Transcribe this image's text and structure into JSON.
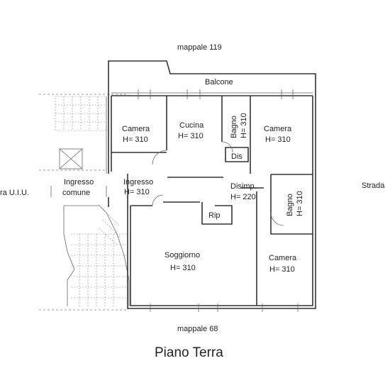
{
  "labels": {
    "north": "mappale 119",
    "south": "mappale 68",
    "balcony": "Balcone",
    "east": "Strada",
    "west": "ra U.I.U.",
    "title": "Piano Terra",
    "dis": "Dis",
    "rip": "Rip"
  },
  "rooms": {
    "camera_nw": {
      "name": "Camera",
      "height": "H= 310"
    },
    "cucina": {
      "name": "Cucina",
      "height": "H= 310"
    },
    "bagno_top": {
      "name": "Bagno",
      "height": "H= 310"
    },
    "camera_ne": {
      "name": "Camera",
      "height": "H= 310"
    },
    "ingresso_comune": {
      "name": "Ingresso",
      "name2": "comune"
    },
    "ingresso": {
      "name": "Ingresso",
      "height": "H= 310"
    },
    "disimp": {
      "name": "Disimp.",
      "height": "H= 220"
    },
    "bagno_right": {
      "name": "Bagno",
      "height": "H= 310"
    },
    "soggiorno": {
      "name": "Soggiorno",
      "height": "H= 310"
    },
    "camera_se": {
      "name": "Camera",
      "height": "H= 310"
    }
  }
}
